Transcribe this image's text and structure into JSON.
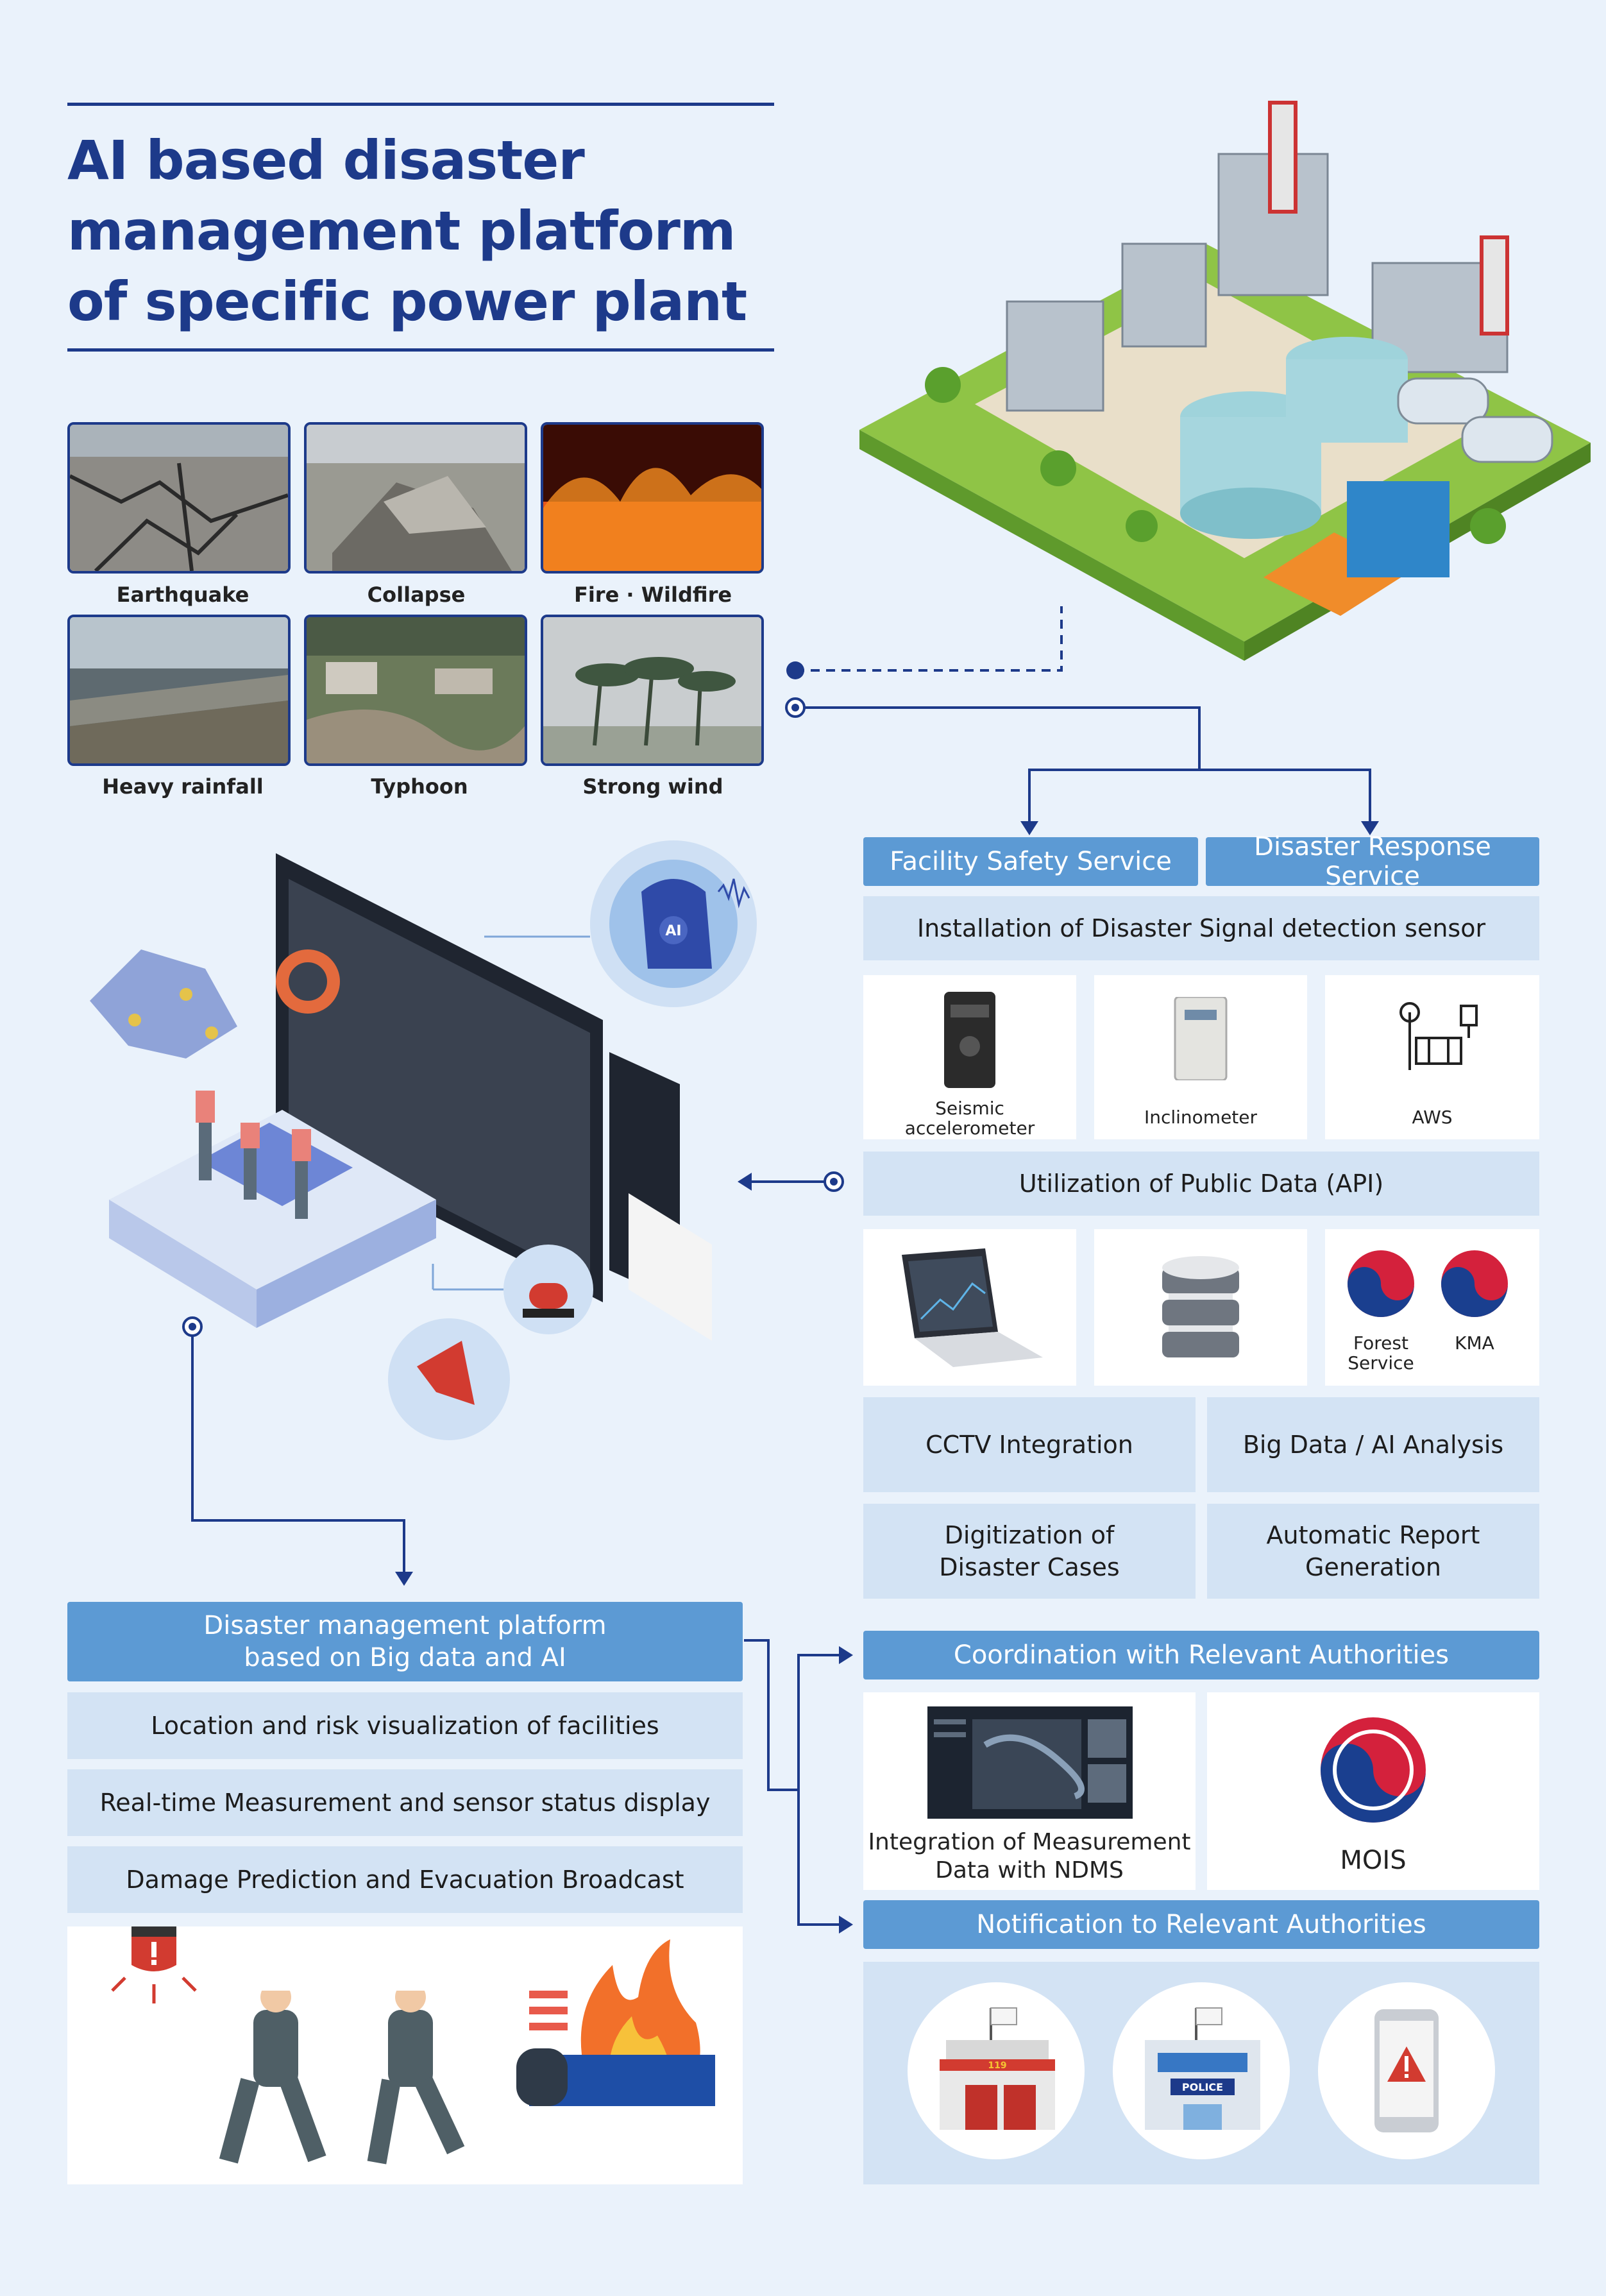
{
  "title": "AI based disaster management platform of specific power plant",
  "disasters": [
    {
      "label": "Earthquake"
    },
    {
      "label": "Collapse"
    },
    {
      "label": "Fire · Wildfire"
    },
    {
      "label": "Heavy rainfall"
    },
    {
      "label": "Typhoon"
    },
    {
      "label": "Strong wind"
    }
  ],
  "services": {
    "facility": "Facility Safety Service",
    "disaster": "Disaster Response Service",
    "sensor_install": "Installation of Disaster Signal detection sensor",
    "sensors": [
      {
        "label": "Seismic\naccelerometer",
        "icon": "seismic-sensor-icon"
      },
      {
        "label": "Inclinometer",
        "icon": "inclinometer-icon"
      },
      {
        "label": "AWS",
        "icon": "weather-station-icon"
      }
    ],
    "public_data": "Utilization of Public Data (API)",
    "public_sources": [
      {
        "label": "Forest\nService"
      },
      {
        "label": "KMA"
      }
    ],
    "cctv": "CCTV Integration",
    "bigdata": "Big Data / AI Analysis",
    "digitization": "Digitization of\nDisaster Cases",
    "report": "Automatic Report\nGeneration"
  },
  "platform": {
    "heading": "Disaster management platform\nbased on Big data and AI",
    "features": [
      "Location and risk visualization of facilities",
      "Real-time Measurement and sensor status display",
      "Damage Prediction and Evacuation Broadcast"
    ]
  },
  "dashboard_ai_label": "AI",
  "coordination": {
    "heading": "Coordination with Relevant Authorities",
    "ndms": "Integration of Measurement\nData with NDMS",
    "mois": "MOIS"
  },
  "notification": {
    "heading": "Notification to Relevant Authorities",
    "fire_sign": "119",
    "police_sign": "POLICE"
  },
  "colors": {
    "title": "#1d3a8a",
    "bar_blue": "#5c9ad4",
    "bar_light": "#d3e3f4",
    "connector": "#1d3a8a",
    "background": "#eaf2fb"
  }
}
